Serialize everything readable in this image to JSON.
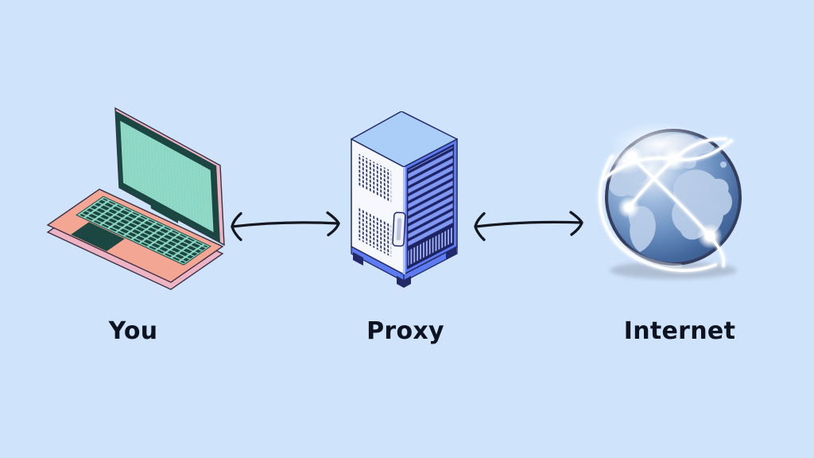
{
  "diagram": {
    "description": "Proxy network diagram: user laptop connects through a proxy server to the internet",
    "nodes": [
      {
        "id": "you",
        "label": "You",
        "icon": "laptop-icon"
      },
      {
        "id": "proxy",
        "label": "Proxy",
        "icon": "server-rack-icon"
      },
      {
        "id": "internet",
        "label": "Internet",
        "icon": "globe-icon"
      }
    ],
    "connections": [
      {
        "from": "you",
        "to": "proxy",
        "style": "double-headed-arrow"
      },
      {
        "from": "proxy",
        "to": "internet",
        "style": "double-headed-arrow"
      }
    ]
  },
  "colors": {
    "background": "#cfe4fb",
    "label_text": "#0e1322",
    "arrow": "#14171f",
    "laptop_salmon": "#f4a695",
    "laptop_pink_rim": "#eeb4c3",
    "laptop_mint": "#8fd9c6",
    "laptop_dark_teal": "#1c4642",
    "server_top_blue": "#abcef8",
    "server_side_blue": "#5d7cf1",
    "server_navy": "#232968",
    "server_front_white": "#f6f8fd",
    "globe_blue": "#45699f",
    "globe_rim_navy": "#353e5f",
    "globe_continent": "#bdd0e9"
  }
}
